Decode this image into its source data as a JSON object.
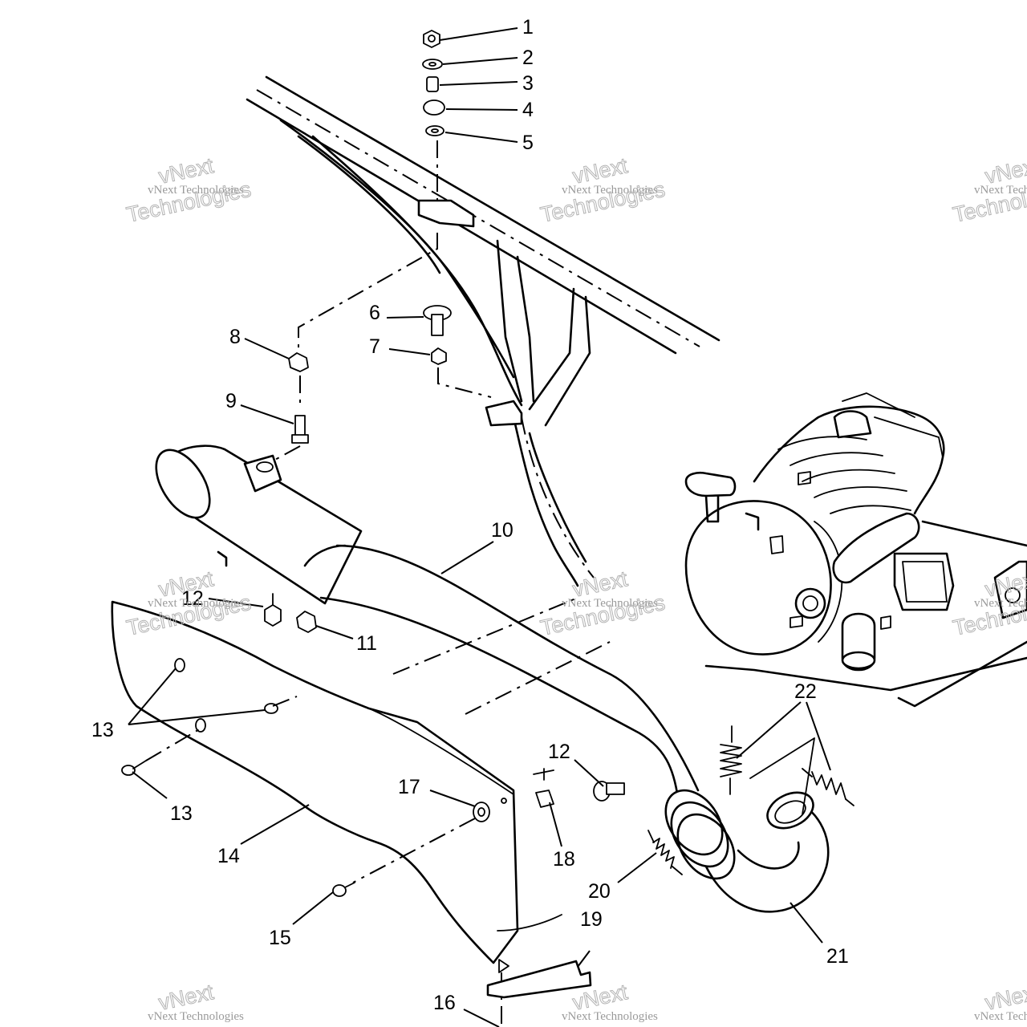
{
  "callouts": [
    "1",
    "2",
    "3",
    "4",
    "5",
    "6",
    "7",
    "8",
    "9",
    "10",
    "11",
    "12",
    "12",
    "13",
    "13",
    "14",
    "15",
    "16",
    "17",
    "18",
    "19",
    "20",
    "21",
    "22"
  ],
  "watermark": {
    "line1": "vNext Technologies",
    "line2": "vNext",
    "line3": "Technologies"
  },
  "colors": {
    "ink": "#000000",
    "paper": "#ffffff",
    "watermark": "#a8a8a8"
  }
}
